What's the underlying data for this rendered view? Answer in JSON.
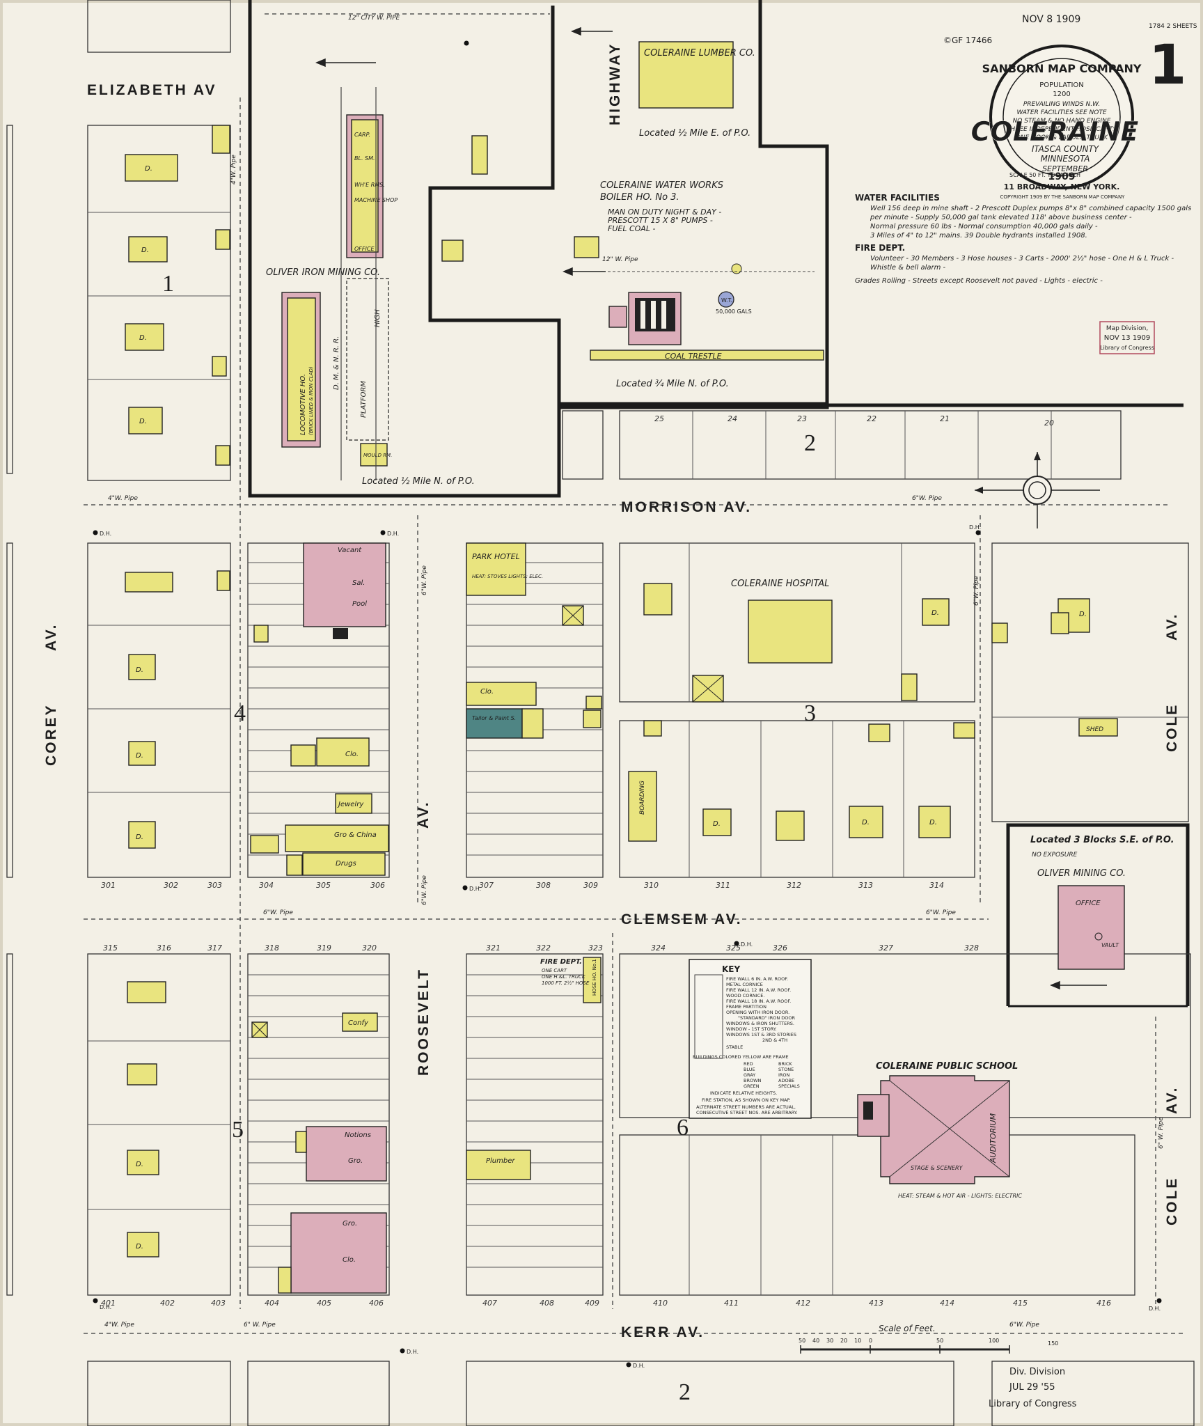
{
  "map": {
    "title": "COLERAINE",
    "county": "ITASCA COUNTY",
    "state": "MINNESOTA",
    "month": "SEPTEMBER",
    "year": "1909",
    "publisher": "SANBORN MAP COMPANY",
    "address": "11 BROADWAY, NEW YORK.",
    "scale_note": "SCALE 50 FT. TO AN INCH",
    "copyright": "COPYRIGHT 1909 BY THE SANBORN MAP COMPANY",
    "population_label": "POPULATION",
    "population": "1200",
    "seal_notes": [
      "PREVAILING WINDS N.W.",
      "WATER FACILITIES SEE NOTE",
      "NO STEAM & NO HAND ENGINE",
      "THREE INDEPENDENT HOSE CARTS",
      "ONE HOOK & LADDER TRUCK"
    ],
    "sheet_number": "1",
    "sheet_count": "1784 2 SHEETS",
    "stamp_received": "NOV 8 1909",
    "copyright_number": "©GF 17466",
    "map_division_stamp": [
      "Map Division,",
      "NOV 13 1909",
      "Library of Congress"
    ],
    "loc_stamp": [
      "Div. Division",
      "JUL 29 '55",
      "Library of Congress"
    ]
  },
  "notes": {
    "water_heading": "WATER FACILITIES",
    "water_lines": [
      "Well 156 deep in mine shaft - 2 Prescott Duplex pumps 8\"x 8\" combined capacity 1500 gals",
      "per minute - Supply 50,000 gal tank elevated 118' above business center -",
      "Normal pressure 60 lbs - Normal consumption 40,000 gals daily -",
      "3 Miles of 4\" to 12\" mains. 39 Double hydrants installed 1908."
    ],
    "fire_heading": "FIRE DEPT.",
    "fire_lines": [
      "Volunteer - 30 Members - 3 Hose houses - 3 Carts - 2000' 2½\" hose - One H & L Truck -",
      "Whistle & bell alarm -"
    ],
    "grades_line": "Grades Rolling - Streets except Roosevelt not paved - Lights - electric -"
  },
  "streets": {
    "elizabeth": "ELIZABETH AV",
    "morrison": "MORRISON AV.",
    "clemsem": "CLEMSEM AV.",
    "kerr": "KERR AV.",
    "corey": "COREY",
    "corey_av": "AV.",
    "roosevelt": "ROOSEVELT",
    "roosevelt_av": "AV.",
    "cole": "COLE",
    "cole_av": "AV.",
    "highway": "HIGHWAY"
  },
  "blocks": [
    "1",
    "2",
    "3",
    "4",
    "5",
    "6",
    "2"
  ],
  "places": {
    "lumber": "COLERAINE LUMBER CO.",
    "lumber_loc": "Located ½ Mile E. of P.O.",
    "waterworks": [
      "COLERAINE WATER WORKS",
      "BOILER HO. No 3."
    ],
    "waterworks_notes": [
      "MAN ON DUTY NIGHT & DAY -",
      "PRESCOTT 15 X 8\" PUMPS -",
      "FUEL COAL -"
    ],
    "waterworks_loc": "Located ¾ Mile N. of P.O.",
    "coal_trestle": "COAL TRESTLE",
    "water_tank": "W.T.",
    "water_tank_cap": "50,000 GALS",
    "oliver_iron": "OLIVER IRON MINING CO.",
    "oliver_iron_loc": "Located ½ Mile N. of P.O.",
    "roundhouse": "LOCOMOTIVE HO.",
    "roundhouse_sub": "(BRICK LINED & IRON CLAD)",
    "platform": "PLATFORM",
    "high": "HIGH",
    "railway": "D. M. & N. R. R.",
    "shop_cells": [
      "CARP.",
      "BL. SM.",
      "WH'E RMS.",
      "MACHINE SHOP",
      "OFFICE"
    ],
    "mould": "MOULD RM.",
    "hospital": "COLERAINE HOSPITAL",
    "park_hotel": "PARK HOTEL",
    "park_hotel_note": "HEAT: STOVES LIGHTS: ELEC.",
    "fire_dept": "FIRE DEPT.",
    "fire_dept_note": [
      "ONE CART",
      "ONE H.&L. TRUCK",
      "1000 FT. 2½\" HOSE"
    ],
    "hose_house": "HOSE HO. No.1",
    "school": "COLERAINE PUBLIC SCHOOL",
    "school_note": "HEAT: STEAM & HOT AIR - LIGHTS: ELECTRIC",
    "auditorium": "AUDITORIUM",
    "stage": "STAGE & SCENERY",
    "oliver_mining": "OLIVER MINING CO.",
    "oliver_mining_loc": "Located 3 Blocks S.E. of P.O.",
    "no_exposure": "NO EXPOSURE",
    "office": "OFFICE",
    "vault": "VAULT",
    "shed": "SHED",
    "boarding": "BOARDING",
    "vacant": "Vacant",
    "sal": "Sal.",
    "pool": "Pool",
    "clo": "Clo.",
    "jewelry": "Jewelry",
    "gro_china": "Gro & China",
    "drugs": "Drugs",
    "tailor": "Tailor & Paint S.",
    "confy": "Confy",
    "notions": "Notions",
    "gro": "Gro.",
    "plumber": "Plumber",
    "dwelling": "D."
  },
  "key": {
    "title": "KEY",
    "lines": [
      "FIRE WALL 6 IN. A.W. ROOF.",
      "METAL CORNICE",
      "FIRE WALL 12 IN. A.W. ROOF.",
      "WOOD CORNICE.",
      "FIRE WALL 18 IN. A.W. ROOF.",
      "FRAME PARTITION",
      "OPENING WITH IRON DOOR.",
      "\"STANDARD\" IRON DOOR",
      "WINDOWS & IRON SHUTTERS.",
      "WINDOW - 1ST STORY.",
      "WINDOWS 1ST & 3RD STORIES",
      "2ND & 4TH",
      "STABLE"
    ],
    "colors_title": "BUILDINGS COLORED YELLOW ARE FRAME",
    "color_names": [
      "RED",
      "BLUE",
      "GRAY",
      "BROWN",
      "GREEN"
    ],
    "color_materials": [
      "BRICK",
      "STONE",
      "IRON",
      "ADOBE",
      "SPECIALS"
    ],
    "footer": [
      "INDICATE RELATIVE HEIGHTS.",
      "FIRE STATION, AS SHOWN ON KEY MAP.",
      "ALTERNATE STREET NUMBERS ARE ACTUAL,",
      "CONSECUTIVE STREET NOS. ARE ARBITRARY."
    ]
  },
  "scale": {
    "label": "Scale of Feet.",
    "ticks": [
      "50",
      "40",
      "30",
      "20",
      "10",
      "0",
      "50",
      "100",
      "150"
    ]
  },
  "pipes": [
    "12\" CITY W. PIPE",
    "12\" W. Pipe",
    "6\"W. Pipe",
    "4\"W. Pipe",
    "4\"W. Pipe",
    "6\" W. Pipe",
    "6\"W. Pipe",
    "6\"W. Pipe",
    "6\"W. Pipe",
    "4\"W. Pipe",
    "6\"W. Pipe",
    "6\"W. Pipe",
    "6\"W. Pipe",
    "6\" W. Pipe"
  ],
  "addresses": {
    "row_b1_bottom": [
      "301",
      "302",
      "303"
    ],
    "row_b4_bottom": [
      "304",
      "305",
      "306"
    ],
    "row_b6_bottom": [
      "307",
      "308",
      "309"
    ],
    "row_b3_bottom": [
      "310",
      "311",
      "312",
      "313",
      "314"
    ],
    "row_b5_top": [
      "315",
      "316",
      "317"
    ],
    "row_b5b_top": [
      "318",
      "319",
      "320"
    ],
    "row_b7_top": [
      "321",
      "322",
      "323"
    ],
    "row_b8_top": [
      "324",
      "325",
      "326",
      "327",
      "328"
    ],
    "row_bottom": [
      "401",
      "402",
      "403",
      "404",
      "405",
      "406",
      "407",
      "408",
      "409",
      "410",
      "411",
      "412",
      "413",
      "414",
      "415",
      "416"
    ],
    "row_block2_top": [
      "25",
      "24",
      "23",
      "22",
      "21",
      "20"
    ]
  },
  "hydrant": "D.H."
}
